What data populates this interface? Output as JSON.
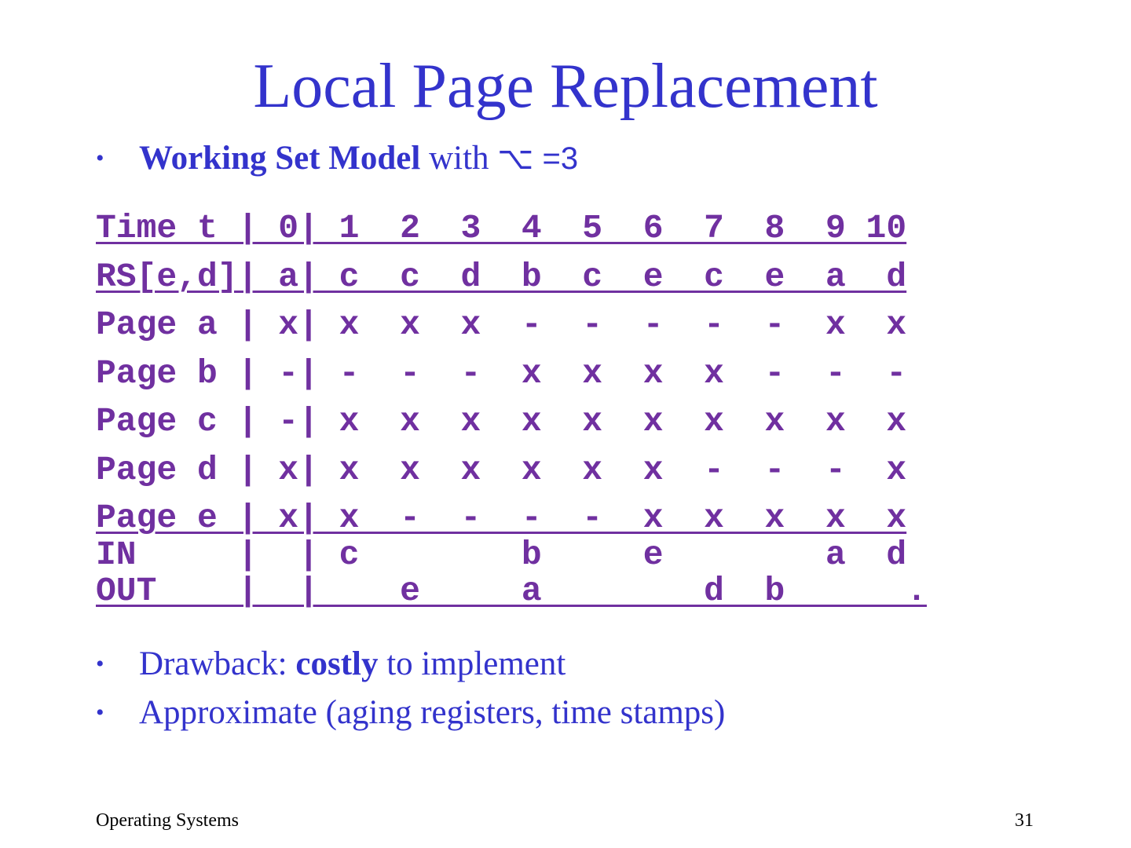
{
  "slide": {
    "title": "Local Page Replacement",
    "bullets": {
      "b1_bold": "Working Set Model",
      "b1_text": " with ",
      "b1_symbol": "⌥ =3",
      "b2_text": "Drawback: ",
      "b2_bold": "costly",
      "b2_rest": " to implement",
      "b3_text": "Approximate (aging registers, time stamps)"
    },
    "table_lines": [
      "Time t | 0| 1  2  3  4  5  6  7  8  9 10",
      "RS[e,d]| a| c  c  d  b  c  e  c  e  a  d",
      "Page a | x| x  x  x  -  -  -  -  -  x  x",
      "Page b | -| -  -  -  x  x  x  x  -  -  -",
      "Page c | -| x  x  x  x  x  x  x  x  x  x",
      "Page d | x| x  x  x  x  x  x  -  -  -  x",
      "Page e | x| x  -  -  -  -  x  x  x  x  x",
      "IN     |  | c        b     e        a  d",
      "OUT    |  |    e     a        d  b      ."
    ],
    "bullet_glyph": "•",
    "footer_left": "Operating Systems",
    "footer_right": "31"
  },
  "colors": {
    "title": "#3333cc",
    "table": "#7030a0",
    "footer": "#000000"
  }
}
